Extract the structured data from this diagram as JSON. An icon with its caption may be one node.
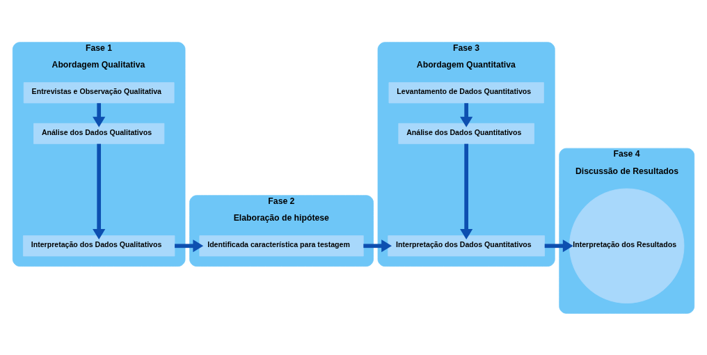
{
  "diagram": {
    "nodes": [
      {
        "text": [
          "Fase 1",
          "Abordagem Qualitativa"
        ]
      },
      {
        "text": [
          "Entrevistas e Observação Qualitativa"
        ],
        "in": 0
      },
      {
        "text": [
          "Análise dos Dados Qualitativos"
        ],
        "in": 0
      },
      {
        "text": [
          "Interpretação dos Dados Qualitativos"
        ],
        "in": 0
      },
      {
        "text": [
          "Fase 2",
          "Elaboração de hipótese"
        ]
      },
      {
        "text": [
          "Identificada característica para testagem"
        ],
        "in": 4
      },
      {
        "text": [
          "Fase 3",
          "Abordagem Quantitativa"
        ]
      },
      {
        "text": [
          "Levantamento de Dados Quantitativos"
        ],
        "in": 6
      },
      {
        "text": [
          "Análise dos Dados Quantitativos"
        ],
        "in": 6
      },
      {
        "text": [
          "Interpretação dos Dados Quantitativos"
        ],
        "in": 6
      },
      {
        "text": [
          "Fase 4",
          "Discussão de Resultados"
        ]
      },
      {
        "text": [
          "Interpretação dos Resultados"
        ],
        "in": 10
      }
    ],
    "edges": [
      {
        "from": 1,
        "to": 2,
        "arrow": "to"
      },
      {
        "from": 2,
        "to": 3,
        "arrow": "to"
      },
      {
        "from": 3,
        "to": 5,
        "arrow": "to"
      },
      {
        "from": 5,
        "to": 9,
        "arrow": "to"
      },
      {
        "from": 7,
        "to": 8,
        "arrow": "to"
      },
      {
        "from": 8,
        "to": 9,
        "arrow": "to"
      },
      {
        "from": 9,
        "to": 11,
        "arrow": "to"
      }
    ]
  }
}
